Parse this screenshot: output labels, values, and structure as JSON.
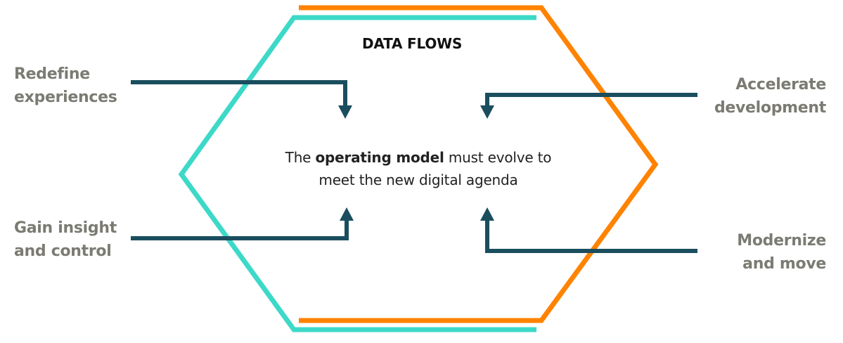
{
  "diagram": {
    "title": "DATA FLOWS",
    "center_text": {
      "before": "The ",
      "bold": "operating model",
      "after_line1": " must evolve to",
      "line2": "meet the new digital agenda"
    },
    "inputs": [
      {
        "id": "redefine",
        "lines": [
          "Redefine",
          "experiences"
        ]
      },
      {
        "id": "gain",
        "lines": [
          "Gain insight",
          "and control"
        ]
      },
      {
        "id": "accelerate",
        "lines": [
          "Accelerate",
          "development"
        ]
      },
      {
        "id": "modernize",
        "lines": [
          "Modernize",
          "and move"
        ]
      }
    ]
  },
  "colors": {
    "teal": "#3dd9c8",
    "orange": "#ff8300",
    "arrow": "#1a4e5e",
    "label_gray": "#7b7b73",
    "title_text": "#111111",
    "body_text": "#222222"
  }
}
